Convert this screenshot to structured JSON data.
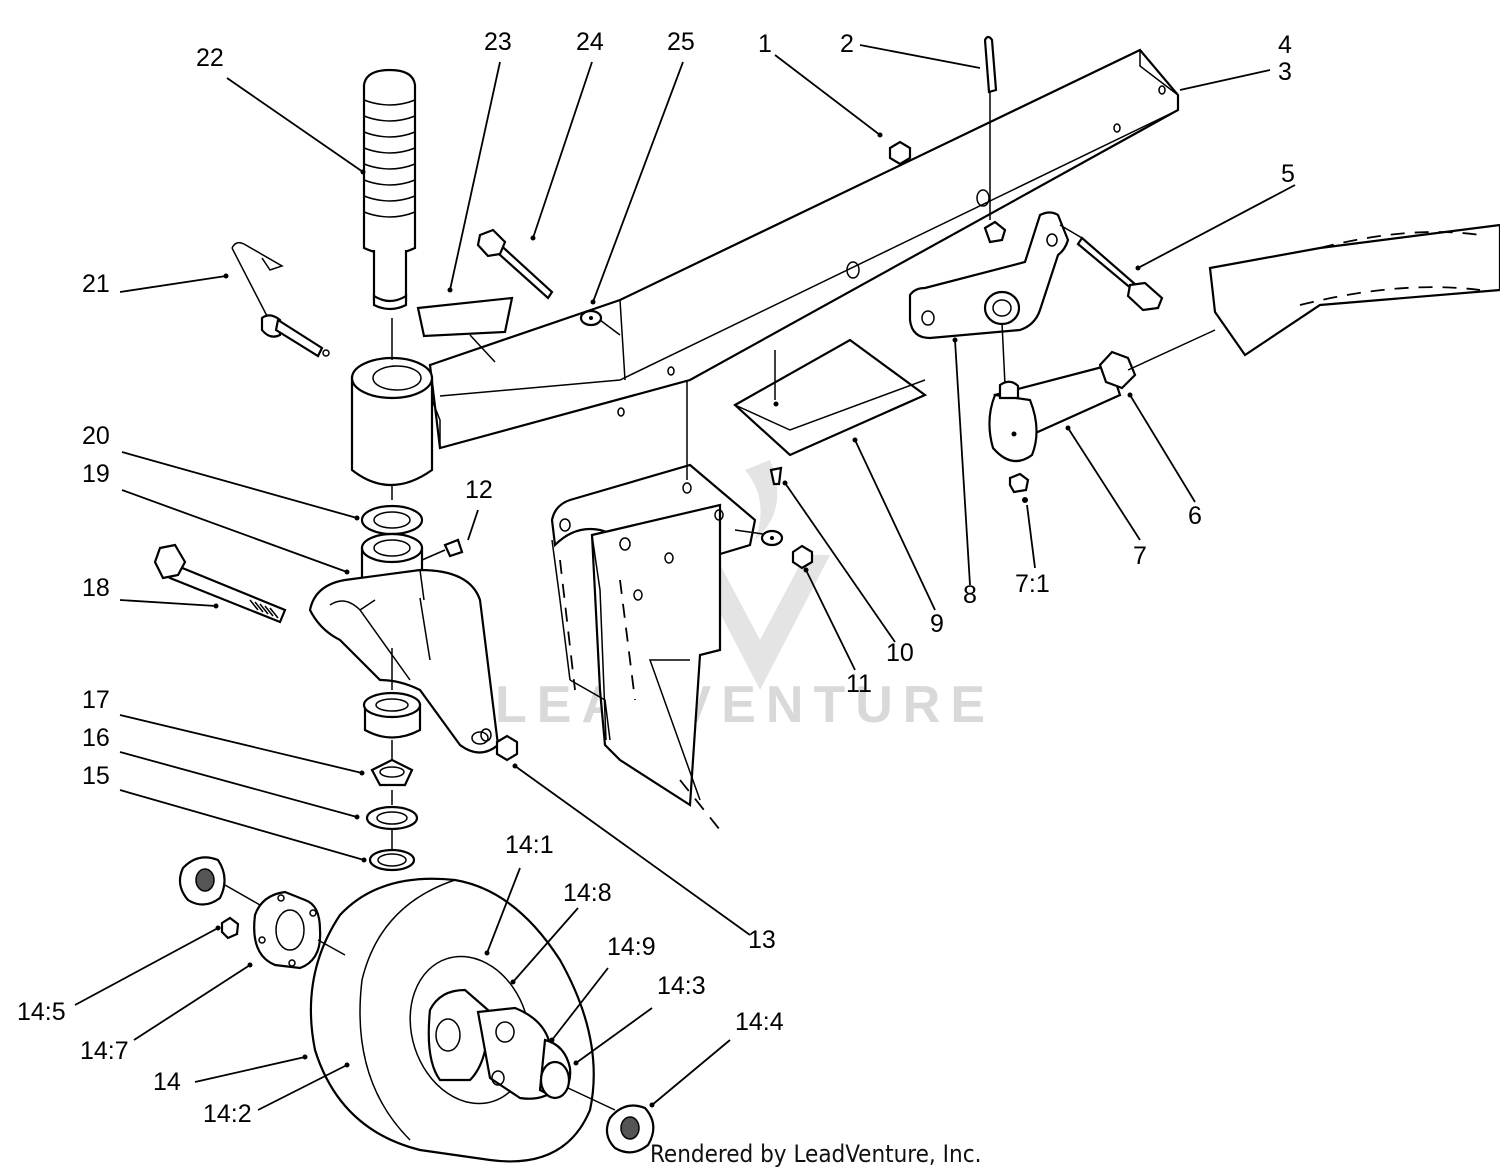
{
  "labels": {
    "l1": "1",
    "l2": "2",
    "l3": "3",
    "l4": "4",
    "l5": "5",
    "l6": "6",
    "l7": "7",
    "l7_1": "7:1",
    "l8": "8",
    "l9": "9",
    "l10": "10",
    "l11": "11",
    "l12": "12",
    "l13": "13",
    "l14": "14",
    "l14_1": "14:1",
    "l14_2": "14:2",
    "l14_3": "14:3",
    "l14_4": "14:4",
    "l14_5": "14:5",
    "l14_7": "14:7",
    "l14_8": "14:8",
    "l14_9": "14:9",
    "l15": "15",
    "l16": "16",
    "l17": "17",
    "l18": "18",
    "l19": "19",
    "l20": "20",
    "l21": "21",
    "l22": "22",
    "l23": "23",
    "l24": "24",
    "l25": "25"
  },
  "watermark": "LEADVENTURE",
  "footer": "Rendered by LeadVenture, Inc."
}
